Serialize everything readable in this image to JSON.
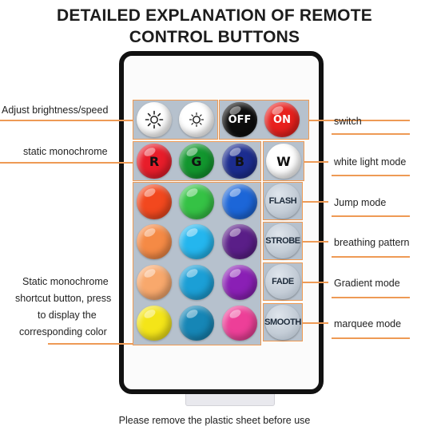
{
  "title_lines": [
    "DETAILED EXPLANATION OF REMOTE",
    "CONTROL BUTTONS"
  ],
  "buttons": {
    "off": "OFF",
    "on": "ON",
    "r": "R",
    "g": "G",
    "b": "B",
    "w": "W",
    "flash": "FLASH",
    "strobe": "STROBE",
    "fade": "FADE",
    "smooth": "SMOOTH"
  },
  "brightness_icons": [
    "brightness-up-icon",
    "brightness-down-icon"
  ],
  "color_grid_colors": [
    [
      "#f2481e",
      "#35c245",
      "#1c66d8"
    ],
    [
      "#f58a45",
      "#24b6ee",
      "#5a1e88"
    ],
    [
      "#f8a86c",
      "#1b9fd6",
      "#8a1fb5"
    ],
    [
      "#f4e518",
      "#1686b6",
      "#ed3f98"
    ]
  ],
  "labels_left": {
    "brightness": "Adjust brightness/speed",
    "static": "static monochrome",
    "shortcut": [
      "Static monochrome",
      "shortcut button, press",
      "to display the",
      "corresponding color"
    ]
  },
  "labels_right": {
    "switch": "switch",
    "white": "white light mode",
    "jump": "Jump mode",
    "breathing": "breathing pattern",
    "gradient": "Gradient mode",
    "marquee": "marquee mode"
  },
  "footer": "Please remove the plastic sheet before use",
  "colors": {
    "accent_lines": "#ee9a55",
    "panel": "#b6c1cd",
    "off_button": "#0d0d0d",
    "on_button": "#e8201d",
    "r_button": "#e81d2a",
    "g_button": "#12962e",
    "b_button": "#1b2c8f",
    "w_button": "#ffffff"
  }
}
